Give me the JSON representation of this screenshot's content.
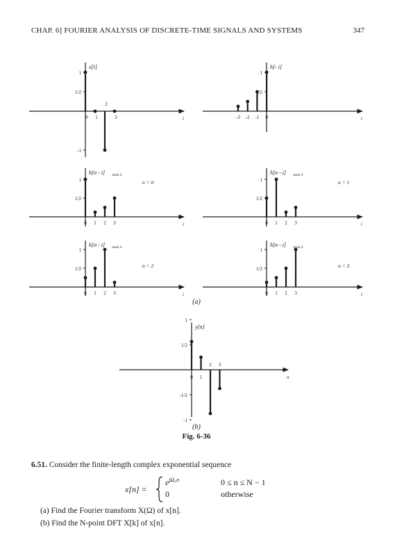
{
  "header": {
    "chapter": "CHAP. 6]   FOURIER ANALYSIS OF DISCRETE-TIME SIGNALS AND SYSTEMS",
    "page_number": "347"
  },
  "figure": {
    "subfig_a_label": "(a)",
    "subfig_b_label": "(b)",
    "caption": "Fig. 6-36",
    "common_x_label": "i",
    "panels": {
      "x": {
        "ylabel": "x[i]",
        "tick_labels": [
          "0",
          "1",
          "2",
          "3"
        ],
        "y_ticks": [
          "1",
          "1/2",
          "-1"
        ],
        "values": [
          1,
          0,
          -1,
          0
        ]
      },
      "h_rev": {
        "ylabel": "h[- i]",
        "tick_labels": [
          "-3",
          "-2",
          "-1",
          "0"
        ],
        "y_ticks": [
          "1",
          "1/2"
        ],
        "values": [
          0.125,
          0.25,
          0.5,
          1
        ]
      },
      "n0": {
        "ylabel": "h[n - i]",
        "subscript": "mod 4",
        "n_label": "n = 0",
        "tick_labels": [
          "0",
          "1",
          "2",
          "3"
        ],
        "y_ticks": [
          "1",
          "1/2"
        ],
        "values": [
          1,
          0.125,
          0.25,
          0.5
        ]
      },
      "n1": {
        "ylabel": "h[n - i]",
        "subscript": "mod 4",
        "n_label": "n = 1",
        "tick_labels": [
          "0",
          "1",
          "2",
          "3"
        ],
        "y_ticks": [
          "1",
          "1/2"
        ],
        "values": [
          0.5,
          1,
          0.125,
          0.25
        ]
      },
      "n2": {
        "ylabel": "h[n - i]",
        "subscript": "mod 4",
        "n_label": "n = 2",
        "tick_labels": [
          "0",
          "1",
          "2",
          "3"
        ],
        "y_ticks": [
          "1",
          "1/2"
        ],
        "values": [
          0.25,
          0.5,
          1,
          0.125
        ]
      },
      "n3": {
        "ylabel": "h[n - i]",
        "subscript": "mod 4",
        "n_label": "n = 3",
        "tick_labels": [
          "0",
          "1",
          "2",
          "3"
        ],
        "y_ticks": [
          "1",
          "1/2"
        ],
        "values": [
          0.125,
          0.25,
          0.5,
          1
        ]
      },
      "y": {
        "ylabel": "y[n]",
        "xlabel": "n",
        "tick_labels": [
          "0",
          "1",
          "2",
          "3"
        ],
        "y_ticks": [
          "1",
          "1/2",
          "-1/2",
          "-1"
        ],
        "values": [
          0.5625,
          0.25,
          -0.875,
          -0.375
        ]
      }
    }
  },
  "problem": {
    "number": "6.51.",
    "statement": "Consider the finite-length complex exponential sequence",
    "eq_lhs": "x[n] =",
    "case1_expr": "e",
    "case1_exp": "jΩ₀n",
    "case1_cond": "0 ≤ n ≤ N − 1",
    "case2_expr": "0",
    "case2_cond": "otherwise",
    "part_a": "(a)  Find the Fourier transform X(Ω) of x[n].",
    "part_b": "(b)  Find the N-point DFT X[k] of x[n]."
  }
}
